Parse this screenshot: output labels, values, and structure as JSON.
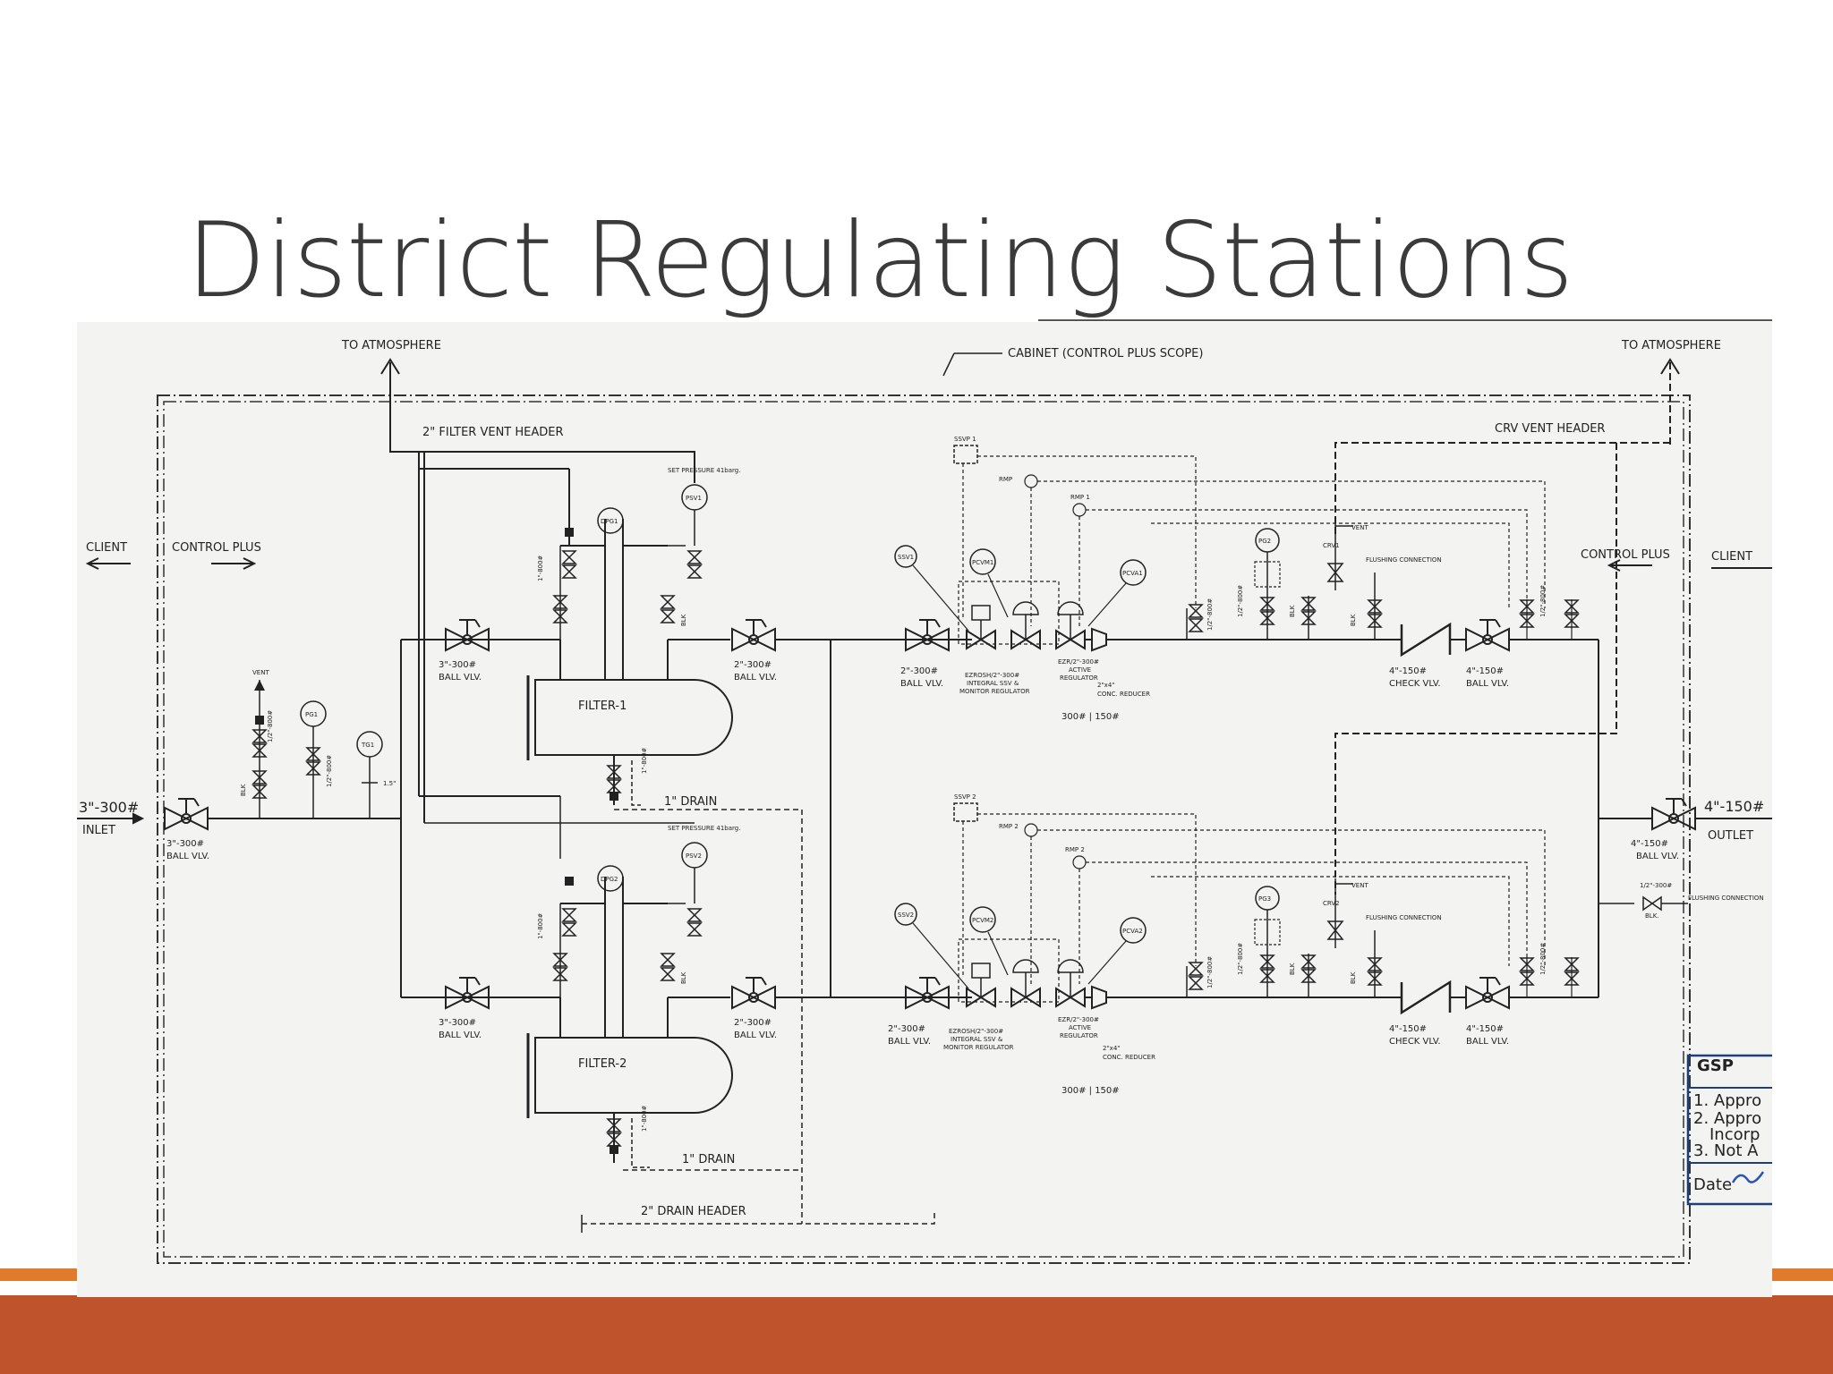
{
  "slide": {
    "title": "District Regulating Stations",
    "accent_color": "#bf532c",
    "accent_line_color": "#e07b2b"
  },
  "diagram": {
    "top_labels": {
      "to_atmosphere_left": "TO ATMOSPHERE",
      "to_atmosphere_right": "TO ATMOSPHERE",
      "cabinet": "CABINET (CONTROL PLUS SCOPE)",
      "filter_vent_header": "2\" FILTER VENT HEADER",
      "crv_vent_header": "CRV VENT HEADER"
    },
    "side_labels": {
      "client_left": "CLIENT",
      "control_plus_left": "CONTROL PLUS",
      "control_plus_right": "CONTROL PLUS",
      "client_right": "CLIENT"
    },
    "inlet": {
      "size": "3\"-300#",
      "label": "INLET",
      "valve": "3\"-300#",
      "valve_type": "BALL VLV."
    },
    "outlet": {
      "size": "4\"-150#",
      "label": "OUTLET",
      "valve": "4\"-150#",
      "valve_type": "BALL VLV."
    },
    "inlet_instruments": {
      "vent": "VENT",
      "pg": "PG1",
      "tg": "TG1",
      "ts": "1.5\"",
      "bv1": "1/2\"-800#",
      "bv2": "1/2\"-800#",
      "blk": "BLK"
    },
    "filter_trains": [
      {
        "filter": "FILTER-1",
        "dpg": "DPG1",
        "psv": "PSV1",
        "set_pressure": "SET PRESSURE 41barg.",
        "inlet_valve": "3\"-300#",
        "inlet_valve_type": "BALL VLV.",
        "outlet_valve": "2\"-300#",
        "outlet_valve_type": "BALL VLV.",
        "drain": "1\" DRAIN",
        "vent_size": "1\"-800#",
        "blk": "BLK",
        "drain_valve": "1\"-800#"
      },
      {
        "filter": "FILTER-2",
        "dpg": "DPG2",
        "psv": "PSV2",
        "set_pressure": "SET PRESSURE 41barg.",
        "inlet_valve": "3\"-300#",
        "inlet_valve_type": "BALL VLV.",
        "outlet_valve": "2\"-300#",
        "outlet_valve_type": "BALL VLV.",
        "drain": "1\" DRAIN",
        "vent_size": "1\"-800#",
        "blk": "BLK",
        "drain_valve": "1\"-800#"
      }
    ],
    "drain_header": "2\" DRAIN HEADER",
    "regulator_runs": [
      {
        "ssvp": "SSVP 1",
        "rmp_a": "RMP",
        "rmp_b": "RMP 1",
        "ssv": "SSV1",
        "pcvm": "PCVM1",
        "pcva": "PCVA1",
        "pg": "PG2",
        "crv": "CRV1",
        "vent": "VENT",
        "flushing": "FLUSHING CONNECTION",
        "inlet_valve": "2\"-300#",
        "inlet_valve_type": "BALL VLV.",
        "monitor": "EZROSH/2\"-300#",
        "monitor_l2": "INTEGRAL SSV &",
        "monitor_l3": "MONITOR REGULATOR",
        "active": "EZR/2\"-300#",
        "active_l2": "ACTIVE",
        "active_l3": "REGULATOR",
        "reducer": "2\"x4\"",
        "reducer_l2": "CONC. REDUCER",
        "rating": "300# | 150#",
        "check_valve": "4\"-150#",
        "check_valve_type": "CHECK VLV.",
        "outlet_valve": "4\"-150#",
        "outlet_valve_type": "BALL VLV.",
        "small_valve": "1/2\"-800#",
        "blk": "BLK"
      },
      {
        "ssvp": "SSVP 2",
        "rmp_a": "RMP 2",
        "rmp_b": "RMP 2",
        "ssv": "SSV2",
        "pcvm": "PCVM2",
        "pcva": "PCVA2",
        "pg": "PG3",
        "crv": "CRV2",
        "vent": "VENT",
        "flushing": "FLUSHING CONNECTION",
        "inlet_valve": "2\"-300#",
        "inlet_valve_type": "BALL VLV.",
        "monitor": "EZROSH/2\"-300#",
        "monitor_l2": "INTEGRAL SSV &",
        "monitor_l3": "MONITOR REGULATOR",
        "active": "EZR/2\"-300#",
        "active_l2": "ACTIVE",
        "active_l3": "REGULATOR",
        "reducer": "2\"x4\"",
        "reducer_l2": "CONC. REDUCER",
        "rating": "300# | 150#",
        "check_valve": "4\"-150#",
        "check_valve_type": "CHECK VLV.",
        "outlet_valve": "4\"-150#",
        "outlet_valve_type": "BALL VLV.",
        "small_valve": "1/2\"-800#",
        "blk": "BLK"
      }
    ],
    "outlet_flush": {
      "valve": "1/2\"-300#",
      "blk": "BLK.",
      "label": "FLUSHING CONNECTION"
    },
    "stamp": {
      "title": "GSP",
      "line1": "1. Appro",
      "line2": "2. Appro",
      "line2b": "Incorp",
      "line3": "3. Not A",
      "date": "Date"
    }
  }
}
